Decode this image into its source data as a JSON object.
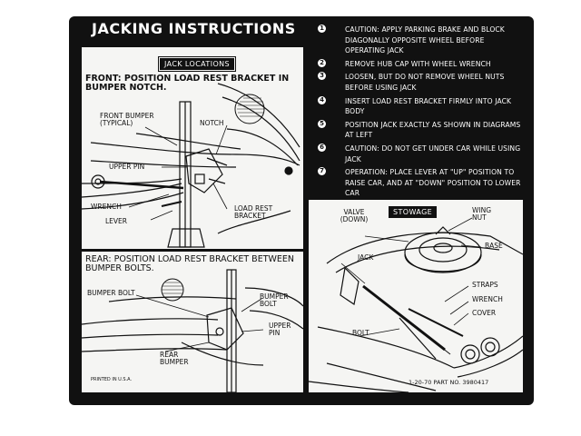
{
  "title": "JACKING INSTRUCTIONS",
  "steps": [
    {
      "num": "1",
      "text": "CAUTION: APPLY PARKING BRAKE AND BLOCK DIAGONALLY OPPOSITE WHEEL BEFORE OPERATING JACK"
    },
    {
      "num": "2",
      "text": "REMOVE HUB CAP WITH WHEEL WRENCH"
    },
    {
      "num": "3",
      "text": "LOOSEN, BUT DO NOT REMOVE WHEEL NUTS BEFORE USING JACK"
    },
    {
      "num": "4",
      "text": "INSERT LOAD REST BRACKET FIRMLY INTO JACK BODY"
    },
    {
      "num": "5",
      "text": "POSITION JACK EXACTLY AS SHOWN IN DIAGRAMS AT LEFT"
    },
    {
      "num": "6",
      "text": "CAUTION: DO NOT GET UNDER CAR WHILE USING JACK"
    },
    {
      "num": "7",
      "text": "OPERATION: PLACE LEVER AT \"UP\" POSITION TO RAISE CAR, AND AT \"DOWN\" POSITION TO LOWER CAR"
    }
  ],
  "front": {
    "heading": "JACK LOCATIONS",
    "instruction": "FRONT: POSITION LOAD REST BRACKET IN BUMPER NOTCH.",
    "labels": {
      "front_bumper": "FRONT BUMPER (TYPICAL)",
      "notch": "NOTCH",
      "upper_pin": "UPPER PIN",
      "wrench": "WRENCH",
      "lever": "LEVER",
      "load_rest_bracket": "LOAD REST BRACKET"
    }
  },
  "rear": {
    "instruction": "REAR: POSITION LOAD REST BRACKET BETWEEN BUMPER BOLTS.",
    "labels": {
      "bumper_bolt_left": "BUMPER BOLT",
      "bumper_bolt_right": "BUMPER BOLT",
      "upper_pin": "UPPER PIN",
      "rear_bumper": "REAR BUMPER"
    },
    "printed": "PRINTED IN U.S.A."
  },
  "stowage": {
    "heading": "STOWAGE",
    "labels": {
      "valve": "VALVE (DOWN)",
      "wing_nut": "WING NUT",
      "jack": "JACK",
      "base": "BASE",
      "straps": "STRAPS",
      "wrench": "WRENCH",
      "cover": "COVER",
      "bolt": "BOLT"
    },
    "footer": "1-20-70  PART NO. 3980417"
  },
  "colors": {
    "decal": "#111111",
    "panel": "#f5f5f3",
    "ink": "#111111",
    "text_on_dark": "#ffffff"
  }
}
